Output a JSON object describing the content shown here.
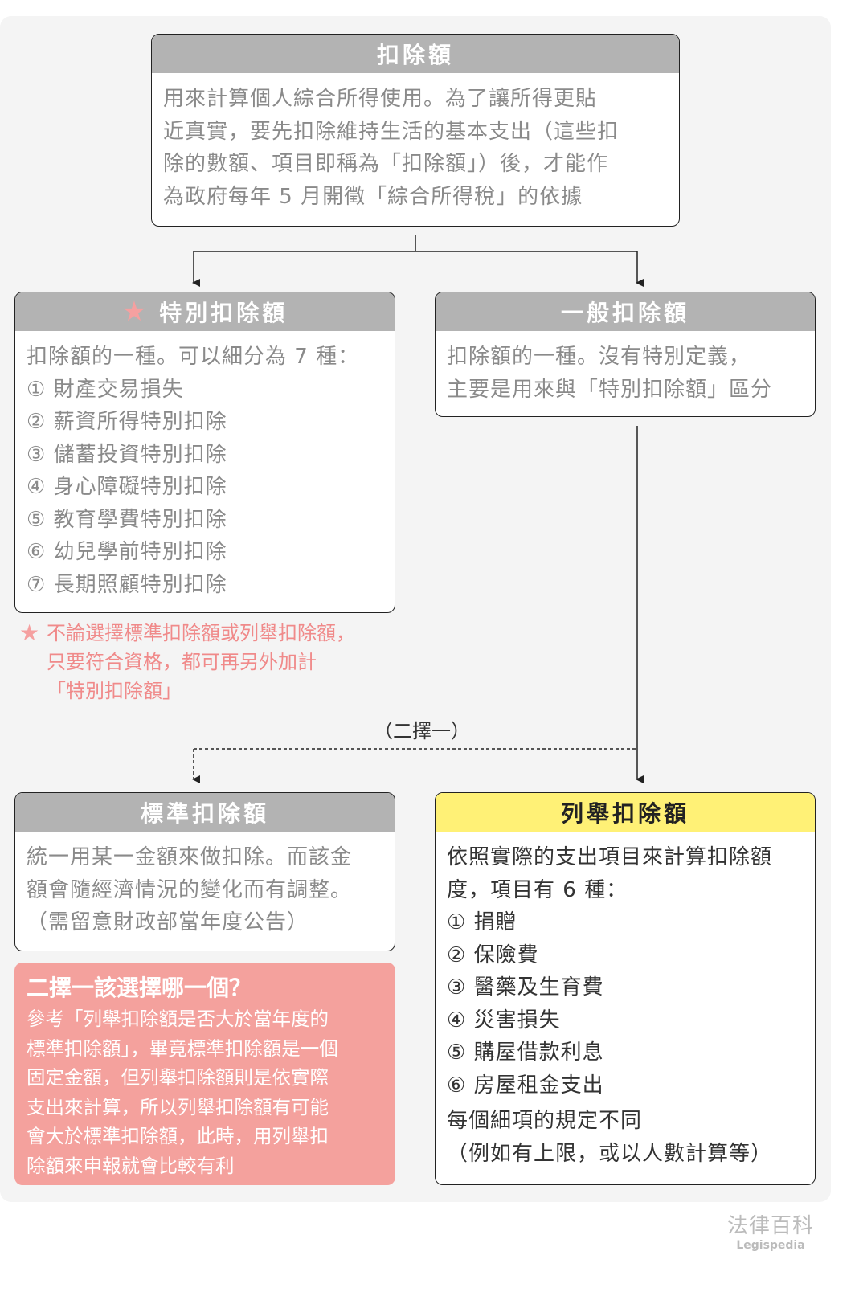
{
  "top": {
    "title": "扣除額",
    "lines": [
      "用來計算個人綜合所得使用。為了讓所得更貼",
      "近真實，要先扣除維持生活的基本支出（這些扣",
      "除的數額、項目即稱為「扣除額」）後，才能作",
      "為政府每年 5 月開徵「綜合所得稅」的依據"
    ]
  },
  "special": {
    "title": "特別扣除額",
    "lines": [
      "扣除額的一種。可以細分為 7 種：",
      "① 財產交易損失",
      "② 薪資所得特別扣除",
      "③ 儲蓄投資特別扣除",
      "④ 身心障礙特別扣除",
      "⑤ 教育學費特別扣除",
      "⑥ 幼兒學前特別扣除",
      "⑦ 長期照顧特別扣除"
    ]
  },
  "general": {
    "title": "一般扣除額",
    "lines": [
      "扣除額的一種。沒有特別定義，",
      "主要是用來與「特別扣除額」區分"
    ]
  },
  "note": {
    "lines": [
      "不論選擇標準扣除額或列舉扣除額，",
      "只要符合資格，都可再另外加計",
      "「特別扣除額」"
    ]
  },
  "choice_label": "（二擇一）",
  "standard": {
    "title": "標準扣除額",
    "lines": [
      "統一用某一金額來做扣除。而該金",
      "額會隨經濟情況的變化而有調整。",
      "（需留意財政部當年度公告）"
    ]
  },
  "itemized": {
    "title": "列舉扣除額",
    "lines": [
      "依照實際的支出項目來計算扣除額",
      "度，項目有 6 種：",
      "① 捐贈",
      "② 保險費",
      "③ 醫藥及生育費",
      "④ 災害損失",
      "⑤ 購屋借款利息",
      "⑥ 房屋租金支出",
      "每個細項的規定不同",
      "（例如有上限，或以人數計算等）"
    ]
  },
  "advice": {
    "title": "二擇一該選擇哪一個？",
    "lines": [
      "參考「列舉扣除額是否大於當年度的",
      "標準扣除額」，畢竟標準扣除額是一個",
      "固定金額，但列舉扣除額則是依實際",
      "支出來計算，所以列舉扣除額有可能",
      "會大於標準扣除額，此時，用列舉扣",
      "除額來申報就會比較有利"
    ]
  },
  "logo": {
    "zh": "法律百科",
    "en": "Legispedia"
  },
  "colors": {
    "header_gray": "#b3b3b3",
    "highlight_yellow": "#fff176",
    "note_pink": "#f08a8a",
    "advice_bg": "#f4a19d"
  }
}
